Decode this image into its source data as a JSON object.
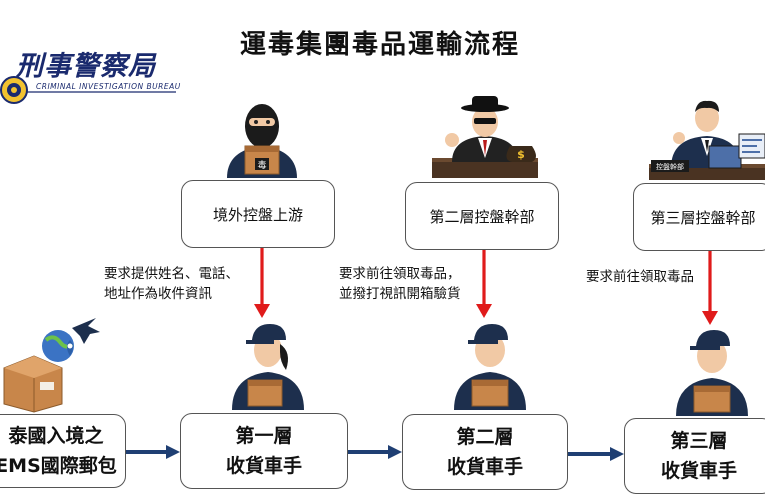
{
  "title": "運毒集團毒品運輸流程",
  "logo": {
    "name_cn": "刑事警察局",
    "name_en": "CRIMINAL INVESTIGATION BUREAU"
  },
  "nodes": {
    "overseas_upstream": {
      "label": "境外控盤上游"
    },
    "second_tier_cadre": {
      "label": "第二層控盤幹部"
    },
    "third_tier_cadre": {
      "label": "第三層控盤幹部"
    },
    "parcel": {
      "line1": "泰國入境之",
      "line2": "EMS國際郵包"
    },
    "courier1": {
      "line1": "第一層",
      "line2": "收貨車手"
    },
    "courier2": {
      "line1": "第二層",
      "line2": "收貨車手"
    },
    "courier3": {
      "line1": "第三層",
      "line2": "收貨車手"
    }
  },
  "instructions": {
    "upstream": {
      "line1": "要求提供姓名、電話、",
      "line2": "地址作為收件資訊"
    },
    "second": {
      "line1": "要求前往領取毒品，",
      "line2": "並撥打視訊開箱驗貨"
    },
    "third": {
      "line1": "要求前往領取毒品"
    }
  },
  "icons": {
    "drug_box_label": "毒",
    "desk_sign": "控盤幹部"
  },
  "colors": {
    "down_arrow": "#e01b1b",
    "flow_arrow": "#1f3f73",
    "logo_blue": "#1a2a6e",
    "uniform_navy": "#1d2f4d",
    "box_brown": "#c8864a"
  }
}
